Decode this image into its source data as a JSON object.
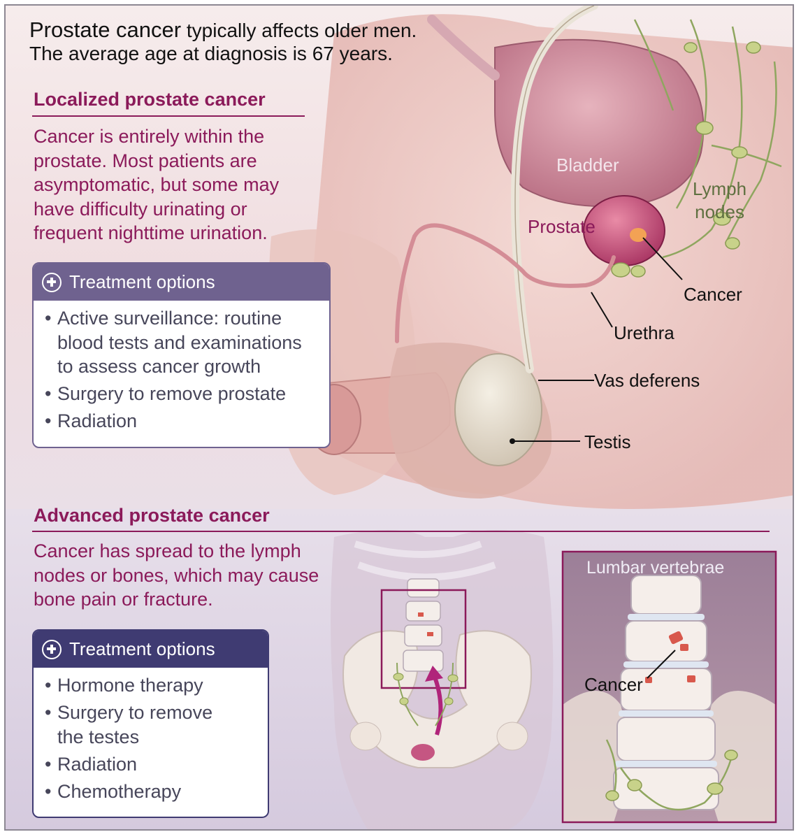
{
  "headline": {
    "lead": "Prostate cancer",
    "rest_line1": " typically affects older men.",
    "line2": "The average age at diagnosis is 67 years."
  },
  "localized": {
    "title": "Localized prostate cancer",
    "description": [
      "Cancer is entirely within the",
      "prostate. Most patients are",
      "asymptomatic, but some may",
      "have difficulty urinating or",
      "frequent nighttime urination."
    ],
    "treatment_title": "Treatment options",
    "treatments": [
      [
        "Active surveillance: routine",
        "blood tests and examinations",
        "to assess cancer growth"
      ],
      [
        "Surgery to remove prostate"
      ],
      [
        "Radiation"
      ]
    ]
  },
  "anatomy_labels": {
    "bladder": "Bladder",
    "lymph_line1": "Lymph",
    "lymph_line2": "nodes",
    "prostate": "Prostate",
    "cancer": "Cancer",
    "urethra": "Urethra",
    "vas_deferens": "Vas deferens",
    "testis": "Testis"
  },
  "advanced": {
    "title": "Advanced prostate cancer",
    "description": [
      "Cancer has spread to the lymph",
      "nodes or bones, which may cause",
      "bone pain or fracture."
    ],
    "treatment_title": "Treatment options",
    "treatments": [
      [
        "Hormone therapy"
      ],
      [
        "Surgery to remove",
        "the testes"
      ],
      [
        "Radiation"
      ],
      [
        "Chemotherapy"
      ]
    ]
  },
  "inset": {
    "title": "Lumbar vertebrae",
    "cancer_label": "Cancer"
  },
  "colors": {
    "section_title": "#8b1a5a",
    "localized_box_header": "#6f628f",
    "advanced_box_header": "#3f3b72",
    "body_text": "#47465a"
  }
}
